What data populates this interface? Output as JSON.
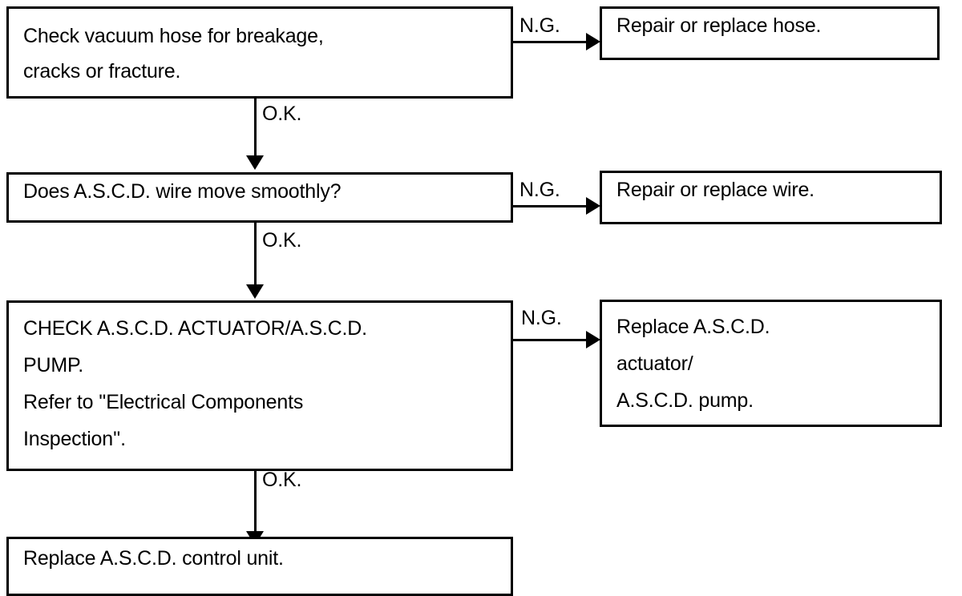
{
  "diagram": {
    "title": "A.S.C.D. vacuum hose / wire / actuator diagnostic flowchart",
    "type": "flowchart",
    "background_color": "#ffffff",
    "line_color": "#000000",
    "text_color": "#000000",
    "nodes": [
      {
        "id": "check-vacuum-hose",
        "text": "Check vacuum hose for breakage,\ncracks or fracture.",
        "column": "left",
        "row": 1
      },
      {
        "id": "repair-replace-hose",
        "text": "Repair or replace hose.",
        "column": "right",
        "row": 1
      },
      {
        "id": "ascd-wire-move-smoothly",
        "text": "Does A.S.C.D. wire move smoothly?",
        "column": "left",
        "row": 2
      },
      {
        "id": "repair-replace-wire",
        "text": "Repair or replace wire.",
        "column": "right",
        "row": 2
      },
      {
        "id": "check-ascd-actuator-pump",
        "text": "CHECK A.S.C.D. ACTUATOR/A.S.C.D.\nPUMP.\nRefer to ''Electrical Components\nInspection''.",
        "column": "left",
        "row": 3
      },
      {
        "id": "replace-ascd-actuator-pump",
        "text": "Replace A.S.C.D.\nactuator/\nA.S.C.D. pump.",
        "column": "right",
        "row": 3
      },
      {
        "id": "replace-ascd-control-unit",
        "text": "Replace A.S.C.D. control unit.",
        "column": "left",
        "row": 4
      }
    ],
    "edges": [
      {
        "id": "hose-ng",
        "label": "N.G.",
        "from": "check-vacuum-hose",
        "to": "repair-replace-hose",
        "direction": "horizontal"
      },
      {
        "id": "hose-ok",
        "label": "O.K.",
        "from": "check-vacuum-hose",
        "to": "ascd-wire-move-smoothly",
        "direction": "vertical"
      },
      {
        "id": "wire-ng",
        "label": "N.G.",
        "from": "ascd-wire-move-smoothly",
        "to": "repair-replace-wire",
        "direction": "horizontal"
      },
      {
        "id": "wire-ok",
        "label": "O.K.",
        "from": "ascd-wire-move-smoothly",
        "to": "check-ascd-actuator-pump",
        "direction": "vertical"
      },
      {
        "id": "actuator-ng",
        "label": "N.G.",
        "from": "check-ascd-actuator-pump",
        "to": "replace-ascd-actuator-pump",
        "direction": "horizontal"
      },
      {
        "id": "actuator-ok",
        "label": "O.K.",
        "from": "check-ascd-actuator-pump",
        "to": "replace-ascd-control-unit",
        "direction": "vertical"
      }
    ]
  }
}
